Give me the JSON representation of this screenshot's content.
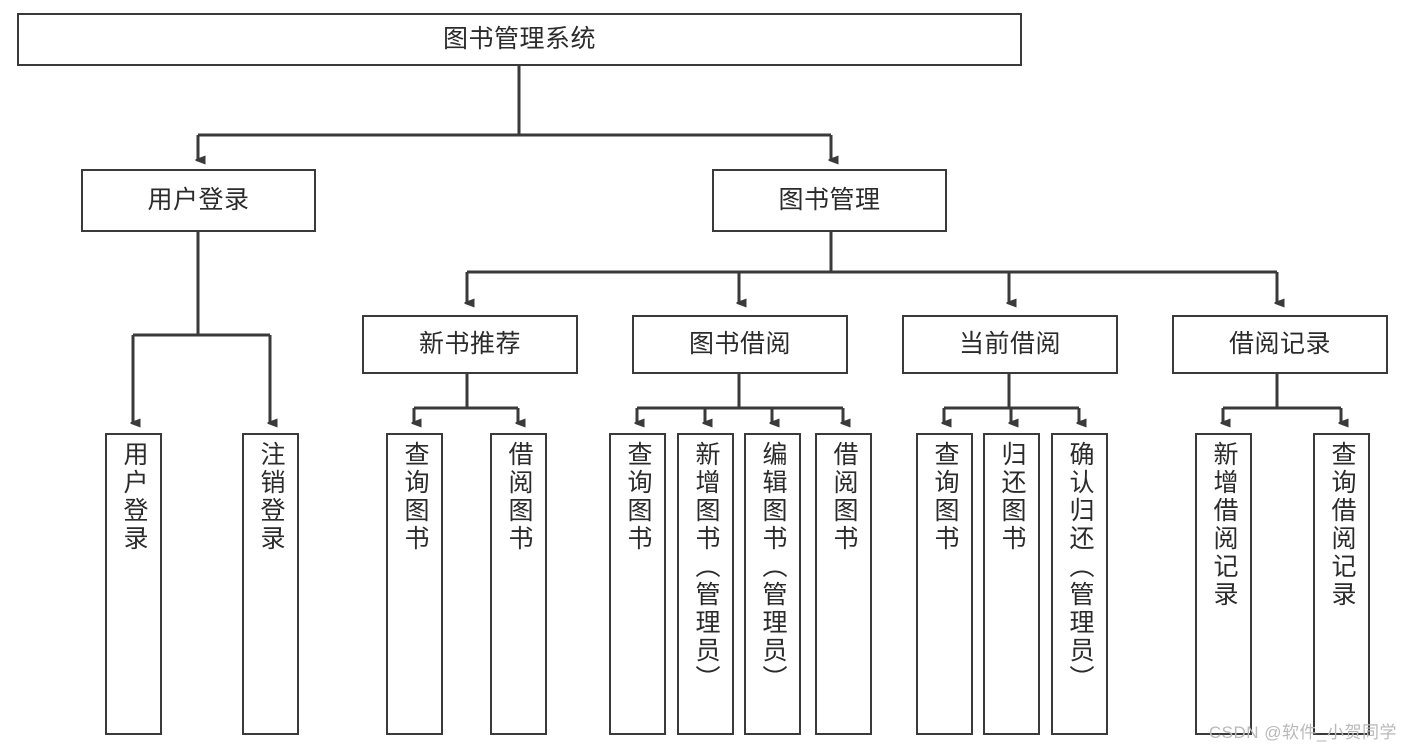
{
  "diagram": {
    "type": "tree-hierarchy",
    "title": "图书管理系统",
    "root": {
      "id": "root",
      "label": "图书管理系统"
    },
    "level2": [
      {
        "id": "user-login",
        "label": "用户登录"
      },
      {
        "id": "book-management",
        "label": "图书管理"
      }
    ],
    "level3": [
      {
        "id": "new-book-recommend",
        "label": "新书推荐",
        "parent": "book-management"
      },
      {
        "id": "book-borrow",
        "label": "图书借阅",
        "parent": "book-management"
      },
      {
        "id": "current-borrow",
        "label": "当前借阅",
        "parent": "book-management"
      },
      {
        "id": "borrow-record",
        "label": "借阅记录",
        "parent": "book-management"
      }
    ],
    "leaves": {
      "user_login": [
        {
          "id": "leaf-user-login",
          "label": "用户登录"
        },
        {
          "id": "leaf-logout",
          "label": "注销登录"
        }
      ],
      "new_book_recommend": [
        {
          "id": "leaf-query-book-1",
          "label": "查询图书"
        },
        {
          "id": "leaf-borrow-book-1",
          "label": "借阅图书"
        }
      ],
      "book_borrow": [
        {
          "id": "leaf-query-book-2",
          "label": "查询图书"
        },
        {
          "id": "leaf-add-book",
          "label": "新增图书（管理员）"
        },
        {
          "id": "leaf-edit-book",
          "label": "编辑图书（管理员）"
        },
        {
          "id": "leaf-borrow-book-2",
          "label": "借阅图书"
        }
      ],
      "current_borrow": [
        {
          "id": "leaf-query-book-3",
          "label": "查询图书"
        },
        {
          "id": "leaf-return-book",
          "label": "归还图书"
        },
        {
          "id": "leaf-confirm-return",
          "label": "确认归还（管理员）"
        }
      ],
      "borrow_record": [
        {
          "id": "leaf-add-record",
          "label": "新增借阅记录"
        },
        {
          "id": "leaf-query-record",
          "label": "查询借阅记录"
        }
      ]
    }
  },
  "watermark": {
    "text": "CSDN @软件_小贺同学"
  },
  "colors": {
    "stroke": "#3a3a3a",
    "background": "#ffffff",
    "text": "#2b2b2b",
    "watermark": "#b9b9b9"
  }
}
